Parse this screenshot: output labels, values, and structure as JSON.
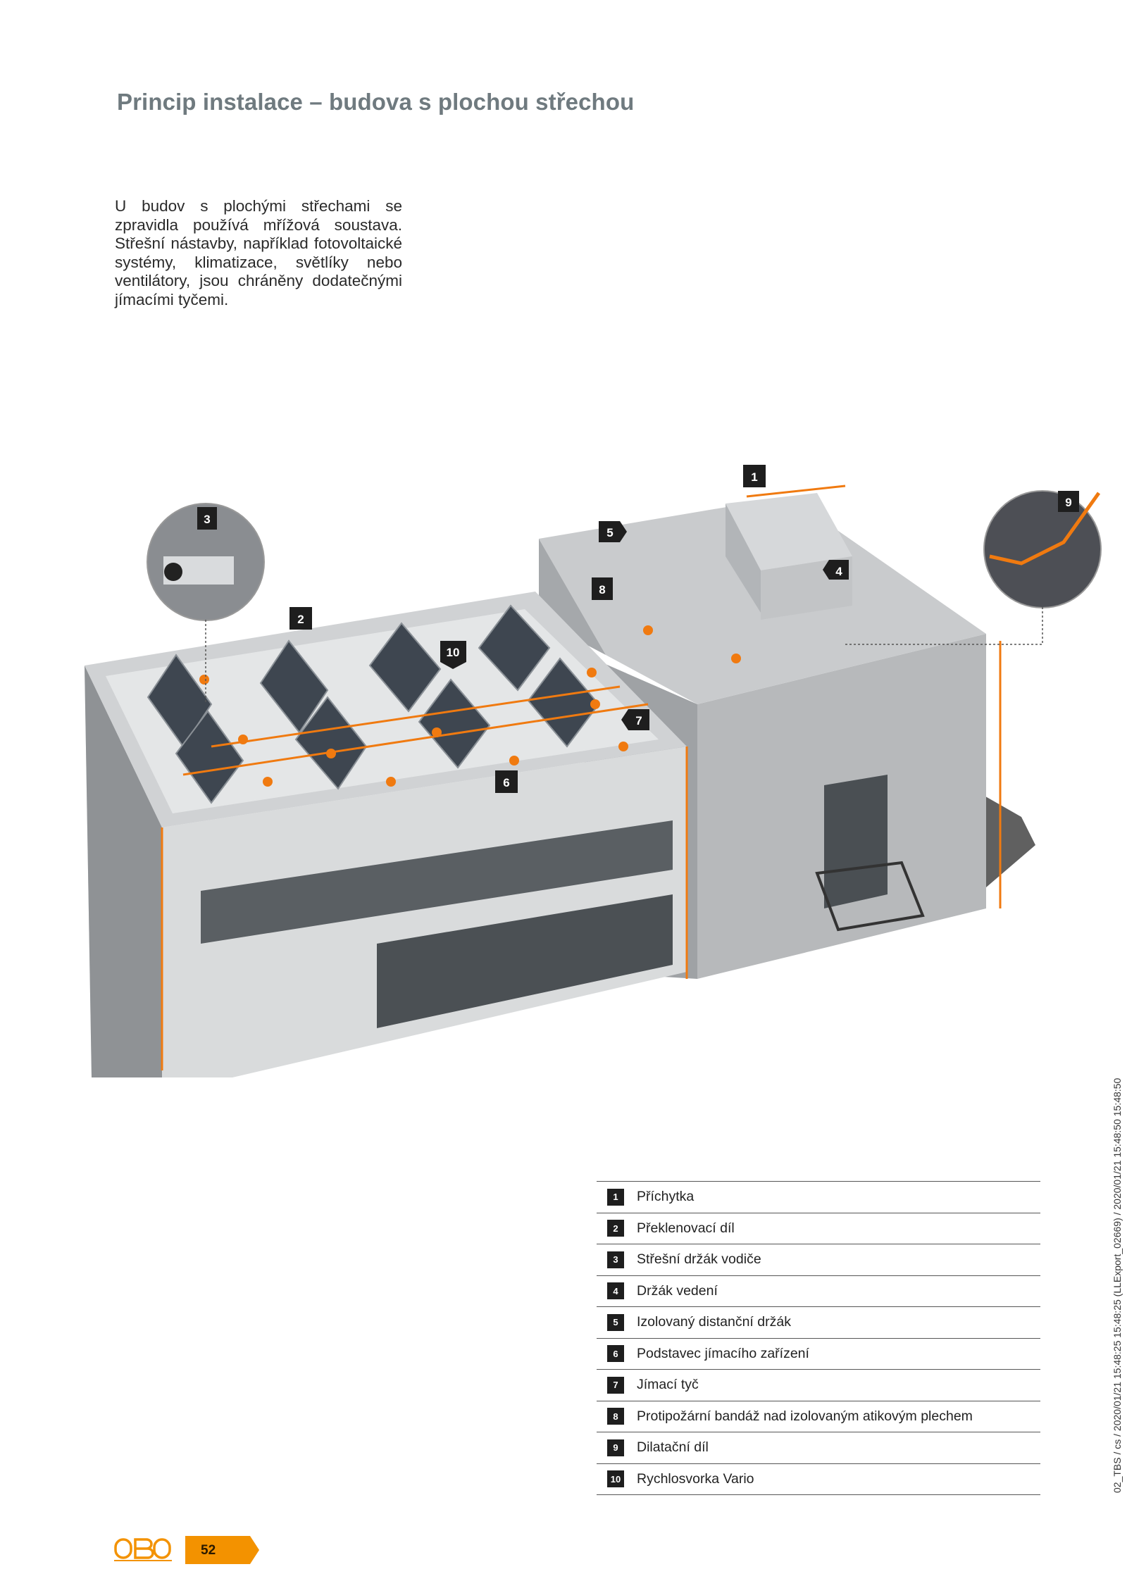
{
  "header": {
    "title": "Princip instalace – budova s plochou střechou"
  },
  "intro": {
    "text": "U budov s plochými střechami se zpravidla používá mřížová soustava. Střešní nástavby, například fotovoltaické systémy, klimatizace, světlíky nebo ventilátory, jsou chráněny dodatečnými jímacími tyčemi."
  },
  "figure": {
    "callouts": [
      "1",
      "2",
      "3",
      "4",
      "5",
      "6",
      "7",
      "8",
      "9",
      "10"
    ],
    "accent_color": "#f07a10",
    "badge_color": "#1e1e1e"
  },
  "legend": {
    "items": [
      {
        "num": "1",
        "label": "Příchytka"
      },
      {
        "num": "2",
        "label": "Překlenovací díl"
      },
      {
        "num": "3",
        "label": "Střešní držák vodiče"
      },
      {
        "num": "4",
        "label": "Držák vedení"
      },
      {
        "num": "5",
        "label": "Izolovaný distanční držák"
      },
      {
        "num": "6",
        "label": "Podstavec jímacího zařízení"
      },
      {
        "num": "7",
        "label": "Jímací tyč"
      },
      {
        "num": "8",
        "label": "Protipožární bandáž nad izolovaným atikovým plechem"
      },
      {
        "num": "9",
        "label": "Dilatační díl"
      },
      {
        "num": "10",
        "label": "Rychlosvorka Vario"
      }
    ]
  },
  "footer": {
    "logo": "OBO",
    "page_number": "52",
    "side_note": "02_TBS / cs / 2020/01/21 15:48:25 15:48:25 (LLExport_02669) / 2020/01/21 15:48:50 15:48:50",
    "brand_color": "#f39200"
  }
}
